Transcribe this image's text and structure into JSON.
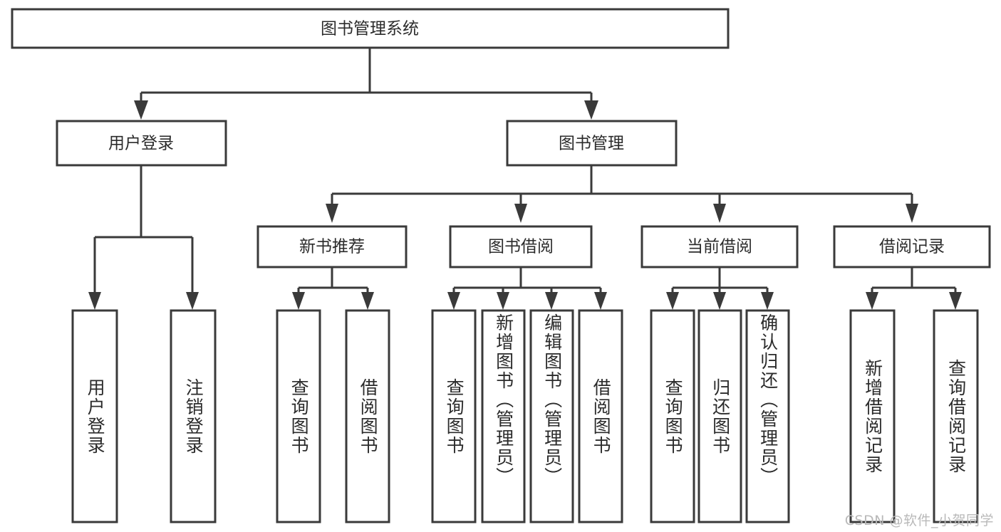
{
  "diagram": {
    "title": "图书管理系统",
    "type": "tree-hierarchy-chart",
    "watermark": "CSDN @软件_小贺同学",
    "colors": {
      "stroke": "#3a3a3a",
      "box_fill": "#ffffff",
      "text": "#2b2b2b",
      "background": "#ffffff",
      "watermark": "#b9b9b9"
    },
    "nodes": {
      "root": {
        "label": "图书管理系统",
        "level": 1,
        "orientation": "horizontal"
      },
      "l2": [
        {
          "id": "user-login",
          "label": "用户登录",
          "level": 2,
          "orientation": "horizontal"
        },
        {
          "id": "book-manage",
          "label": "图书管理",
          "level": 2,
          "orientation": "horizontal"
        }
      ],
      "l3": [
        {
          "id": "new-book-rec",
          "label": "新书推荐",
          "level": 3,
          "orientation": "horizontal"
        },
        {
          "id": "book-borrow",
          "label": "图书借阅",
          "level": 3,
          "orientation": "horizontal"
        },
        {
          "id": "current-borrow",
          "label": "当前借阅",
          "level": 3,
          "orientation": "horizontal"
        },
        {
          "id": "borrow-record",
          "label": "借阅记录",
          "level": 3,
          "orientation": "horizontal"
        }
      ],
      "leaves": [
        {
          "id": "leaf-user-login",
          "label": "用户登录",
          "parent": "user-login",
          "orientation": "vertical"
        },
        {
          "id": "leaf-logout",
          "label": "注销登录",
          "parent": "user-login",
          "orientation": "vertical"
        },
        {
          "id": "leaf-query-book-1",
          "label": "查询图书",
          "parent": "new-book-rec",
          "orientation": "vertical"
        },
        {
          "id": "leaf-borrow-book-1",
          "label": "借阅图书",
          "parent": "new-book-rec",
          "orientation": "vertical"
        },
        {
          "id": "leaf-query-book-2",
          "label": "查询图书",
          "parent": "book-borrow",
          "orientation": "vertical"
        },
        {
          "id": "leaf-add-book",
          "label": "新增图书（管理员）",
          "parent": "book-borrow",
          "orientation": "vertical"
        },
        {
          "id": "leaf-edit-book",
          "label": "编辑图书（管理员）",
          "parent": "book-borrow",
          "orientation": "vertical"
        },
        {
          "id": "leaf-borrow-book-2",
          "label": "借阅图书",
          "parent": "book-borrow",
          "orientation": "vertical"
        },
        {
          "id": "leaf-query-book-3",
          "label": "查询图书",
          "parent": "current-borrow",
          "orientation": "vertical"
        },
        {
          "id": "leaf-return-book",
          "label": "归还图书",
          "parent": "current-borrow",
          "orientation": "vertical"
        },
        {
          "id": "leaf-confirm-return",
          "label": "确认归还（管理员）",
          "parent": "current-borrow",
          "orientation": "vertical"
        },
        {
          "id": "leaf-add-record",
          "label": "新增借阅记录",
          "parent": "borrow-record",
          "orientation": "vertical"
        },
        {
          "id": "leaf-query-record",
          "label": "查询借阅记录",
          "parent": "borrow-record",
          "orientation": "vertical"
        }
      ]
    }
  }
}
